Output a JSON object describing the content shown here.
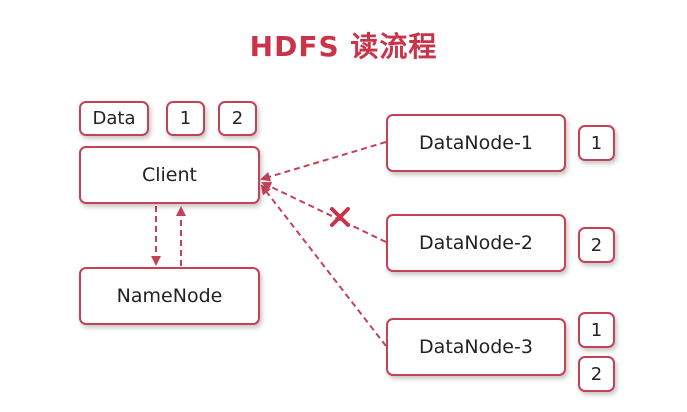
{
  "title": "HDFS 读流程",
  "client": {
    "label": "Client",
    "data_label": "Data",
    "blocks": [
      "1",
      "2"
    ]
  },
  "namenode": {
    "label": "NameNode"
  },
  "datanodes": [
    {
      "label": "DataNode-1",
      "blocks": [
        "1"
      ],
      "failed_link": false
    },
    {
      "label": "DataNode-2",
      "blocks": [
        "2"
      ],
      "failed_link": true
    },
    {
      "label": "DataNode-3",
      "blocks": [
        "1",
        "2"
      ],
      "failed_link": false
    }
  ],
  "colors": {
    "accent": "#c9344b",
    "border": "#c34356",
    "text": "#222222"
  }
}
